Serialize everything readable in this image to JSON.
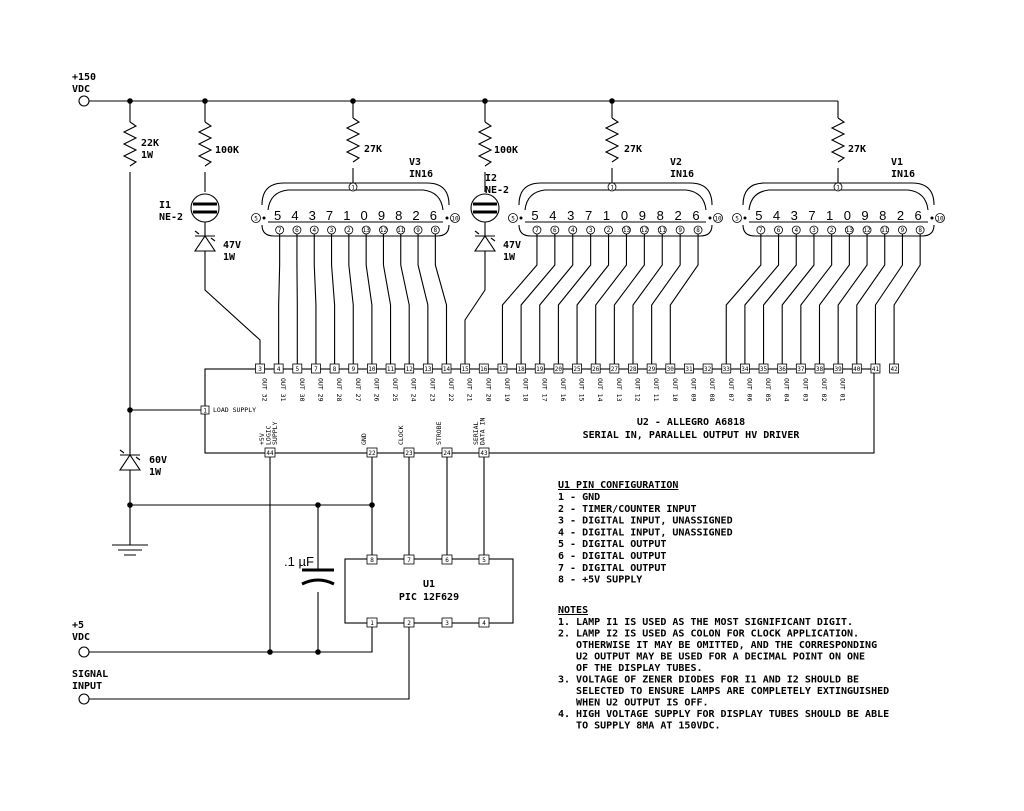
{
  "supply": {
    "v150_line1": "+150",
    "v150_line2": "VDC",
    "v5_line1": "+5",
    "v5_line2": "VDC",
    "sig_line1": "SIGNAL",
    "sig_line2": "INPUT"
  },
  "components": {
    "r1": "22K",
    "r1w": "1W",
    "r2": "100K",
    "r3": "27K",
    "r4": "100K",
    "r5": "27K",
    "r6": "27K",
    "i1": "I1",
    "i1t": "NE-2",
    "i2": "I2",
    "i2t": "NE-2",
    "z1": "47V",
    "z1w": "1W",
    "z2": "47V",
    "z2w": "1W",
    "z3": "60V",
    "z3w": "1W",
    "cap": ".1 µF"
  },
  "tubes": [
    {
      "name": "V3",
      "type": "IN16"
    },
    {
      "name": "V2",
      "type": "IN16"
    },
    {
      "name": "V1",
      "type": "IN16"
    }
  ],
  "tube_digits": [
    "5",
    "4",
    "3",
    "7",
    "1",
    "0",
    "9",
    "8",
    "2",
    "6"
  ],
  "tube_pins": [
    "7",
    "6",
    "4",
    "3",
    "2",
    "13",
    "12",
    "11",
    "9",
    "8"
  ],
  "tube_end_left": "5",
  "tube_end_right": "10",
  "tube_anode_pin": "1",
  "u2": {
    "title": "U2 - ALLEGRO A6818",
    "subtitle": "SERIAL IN, PARALLEL OUTPUT HV DRIVER",
    "top_pins": [
      "3",
      "4",
      "5",
      "7",
      "8",
      "9",
      "10",
      "11",
      "12",
      "13",
      "14",
      "15",
      "16",
      "17",
      "18",
      "19",
      "20",
      "25",
      "26",
      "27",
      "28",
      "29",
      "30",
      "31",
      "32",
      "33",
      "34",
      "35",
      "36",
      "37",
      "38",
      "39",
      "40",
      "41",
      "42"
    ],
    "top_labels": [
      "OUT 32",
      "OUT 31",
      "OUT 30",
      "OUT 29",
      "OUT 28",
      "OUT 27",
      "OUT 26",
      "OUT 25",
      "OUT 24",
      "OUT 23",
      "OUT 22",
      "OUT 21",
      "OUT 20",
      "OUT 19",
      "OUT 18",
      "OUT 17",
      "OUT 16",
      "OUT 15",
      "OUT 14",
      "OUT 13",
      "OUT 12",
      "OUT 11",
      "OUT 10",
      "OUT 09",
      "OUT 08",
      "OUT 07",
      "OUT 06",
      "OUT 05",
      "OUT 04",
      "OUT 03",
      "OUT 02",
      "OUT 01",
      "",
      "",
      ""
    ],
    "load_pin": "1",
    "load_label": "LOAD SUPPLY",
    "bottom_pins": [
      {
        "pin": "44",
        "label1": "+5V",
        "label2": "LOGIC",
        "label3": "SUPPLY"
      },
      {
        "pin": "22",
        "label1": "GND",
        "label2": "",
        "label3": ""
      },
      {
        "pin": "23",
        "label1": "CLOCK",
        "label2": "",
        "label3": ""
      },
      {
        "pin": "24",
        "label1": "STROBE",
        "label2": "",
        "label3": ""
      },
      {
        "pin": "43",
        "label1": "SERIAL",
        "label2": "DATA IN",
        "label3": ""
      }
    ]
  },
  "u1": {
    "name": "U1",
    "part": "PIC 12F629",
    "top_pins": [
      "8",
      "7",
      "6",
      "5"
    ],
    "bottom_pins": [
      "1",
      "2",
      "3",
      "4"
    ]
  },
  "pin_config": {
    "title": "U1 PIN CONFIGURATION",
    "lines": [
      "1 - GND",
      "2 - TIMER/COUNTER INPUT",
      "3 - DIGITAL INPUT, UNASSIGNED",
      "4 - DIGITAL INPUT, UNASSIGNED",
      "5 - DIGITAL OUTPUT",
      "6 - DIGITAL OUTPUT",
      "7 - DIGITAL OUTPUT",
      "8 - +5V SUPPLY"
    ]
  },
  "notes": {
    "title": "NOTES",
    "lines": [
      "1. LAMP I1 IS USED AS THE MOST SIGNIFICANT DIGIT.",
      "2. LAMP I2 IS USED AS COLON FOR CLOCK APPLICATION.",
      "   OTHERWISE IT MAY BE OMITTED, AND THE CORRESPONDING",
      "   U2 OUTPUT MAY BE USED FOR A DECIMAL POINT ON ONE",
      "   OF THE DISPLAY TUBES.",
      "3. VOLTAGE OF ZENER DIODES FOR I1 AND I2 SHOULD BE",
      "   SELECTED TO ENSURE LAMPS ARE COMPLETELY EXTINGUISHED",
      "   WHEN U2 OUTPUT IS OFF.",
      "4. HIGH VOLTAGE SUPPLY FOR DISPLAY TUBES SHOULD BE ABLE",
      "   TO SUPPLY 8MA AT 150VDC."
    ]
  }
}
